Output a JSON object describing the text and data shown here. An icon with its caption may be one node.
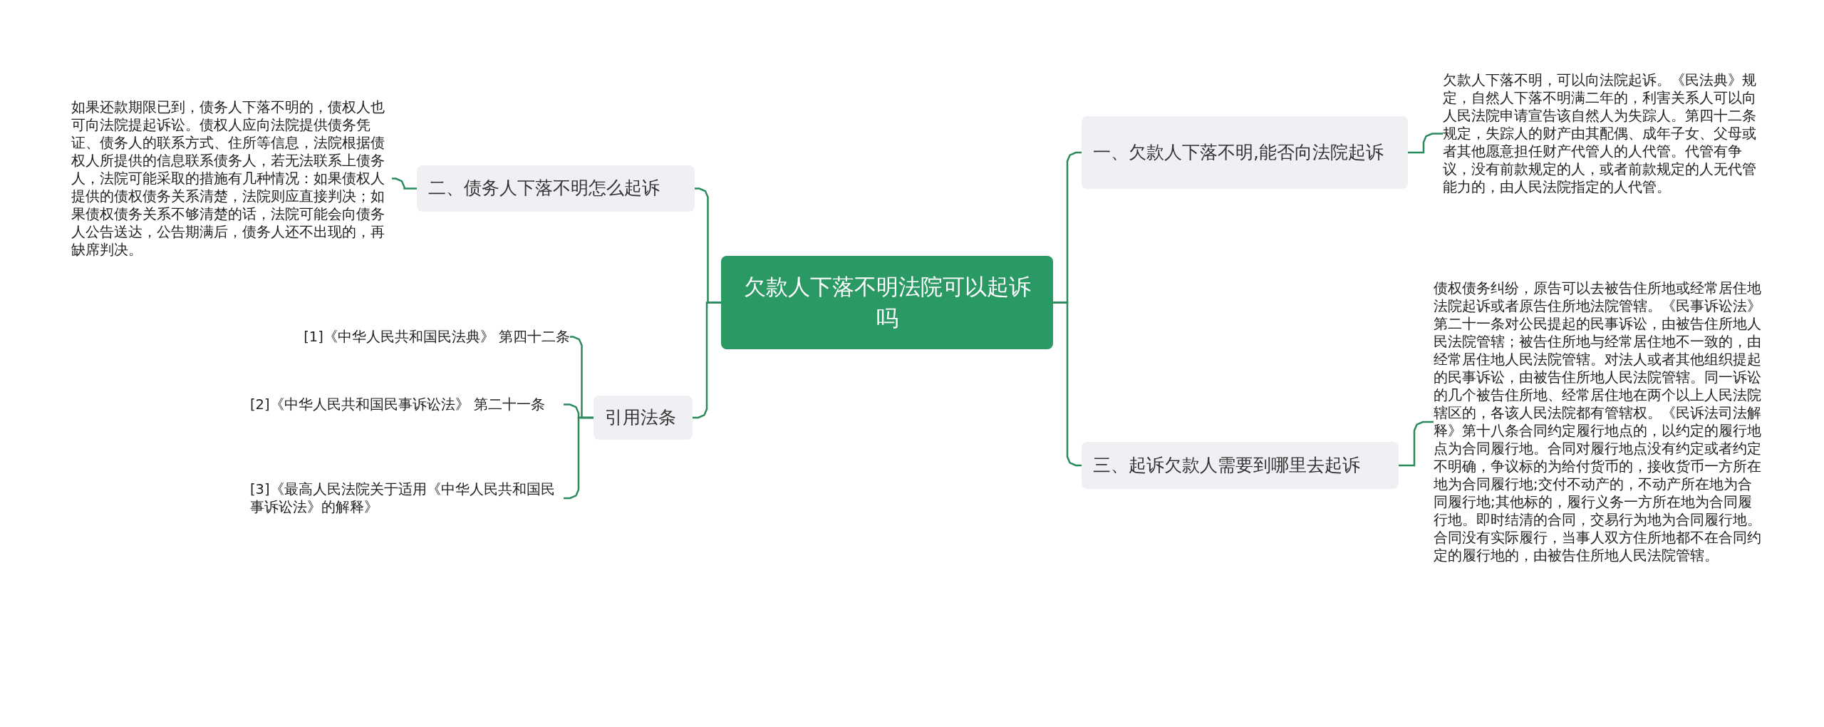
{
  "diagram": {
    "nodes": [
      {
        "text": [
          "欠款人下落不明法院可以起诉吗"
        ]
      },
      {
        "text": [
          "一、欠款人下落不明,能否向法院起诉"
        ]
      },
      {
        "text": [
          "欠款人下落不明，可以向法院起诉。《民法典》规定，自然人下落不明满二年的，利害关系人可以向人民法院申请宣告该自然人为失踪人。第四十二条规定，失踪人的财产由其配偶、成年子女、父母或者其他愿意担任财产代管人的人代管。代管有争议，没有前款规定的人，或者前款规定的人无代管能力的，由人民法院指定的人代管。"
        ]
      },
      {
        "text": [
          "三、起诉欠款人需要到哪里去起诉"
        ]
      },
      {
        "text": [
          "债权债务纠纷，原告可以去被告住所地或经常居住地法院起诉或者原告住所地法院管辖。《民事诉讼法》第二十一条对公民提起的民事诉讼，由被告住所地人民法院管辖；被告住所地与经常居住地不一致的，由经常居住地人民法院管辖。对法人或者其他组织提起的民事诉讼，由被告住所地人民法院管辖。同一诉讼的几个被告住所地、经常居住地在两个以上人民法院辖区的，各该人民法院都有管辖权。《民诉法司法解释》第十八条合同约定履行地点的，以约定的履行地点为合同履行地。合同对履行地点没有约定或者约定不明确，争议标的为给付货币的，接收货币一方所在地为合同履行地;交付不动产的，不动产所在地为合同履行地;其他标的，履行义务一方所在地为合同履行地。即时结清的合同，交易行为地为合同履行地。合同没有实际履行，当事人双方住所地都不在合同约定的履行地的，由被告住所地人民法院管辖。"
        ]
      },
      {
        "text": [
          "二、债务人下落不明怎么起诉"
        ]
      },
      {
        "text": [
          "如果还款期限已到，债务人下落不明的，债权人也可向法院提起诉讼。债权人应向法院提供债务凭证、债务人的联系方式、住所等信息，法院根据债权人所提供的信息联系债务人，若无法联系上债务人，法院可能采取的措施有几种情况：如果债权人提供的债权债务关系清楚，法院则应直接判决；如果债权债务关系不够清楚的话，法院可能会向债务人公告送达，公告期满后，债务人还不出现的，再缺席判决。"
        ]
      },
      {
        "text": [
          "引用法条"
        ]
      },
      {
        "text": [
          "[1]《中华人民共和国民法典》 第四十二条"
        ]
      },
      {
        "text": [
          "[2]《中华人民共和国民事诉讼法》 第二十一条"
        ]
      },
      {
        "text": [
          "[3]《最高人民法院关于适用《中华人民共和国民事诉讼法》的解释》"
        ]
      }
    ],
    "edges": [
      {
        "from": 0,
        "to": 1,
        "arrow": "none"
      },
      {
        "from": 1,
        "to": 2,
        "arrow": "none"
      },
      {
        "from": 0,
        "to": 3,
        "arrow": "none"
      },
      {
        "from": 3,
        "to": 4,
        "arrow": "none"
      },
      {
        "from": 0,
        "to": 5,
        "arrow": "none"
      },
      {
        "from": 5,
        "to": 6,
        "arrow": "none"
      },
      {
        "from": 0,
        "to": 7,
        "arrow": "none"
      },
      {
        "from": 7,
        "to": 8,
        "arrow": "none"
      },
      {
        "from": 7,
        "to": 9,
        "arrow": "none"
      },
      {
        "from": 7,
        "to": 10,
        "arrow": "none"
      }
    ]
  }
}
